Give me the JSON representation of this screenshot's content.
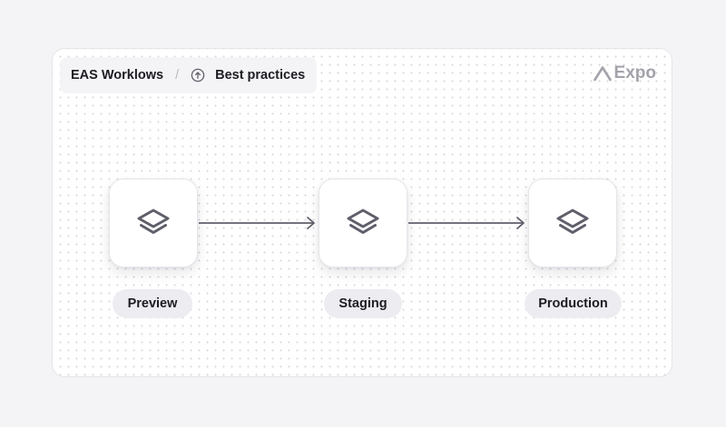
{
  "breadcrumb": {
    "root": "EAS Worklows",
    "separator": "/",
    "current": "Best practices",
    "current_icon": "arrow-up-circle-icon"
  },
  "brand": {
    "name": "Expo",
    "logo_icon": "expo-logo-icon"
  },
  "stages": [
    {
      "label": "Preview",
      "icon": "layers-icon"
    },
    {
      "label": "Staging",
      "icon": "layers-icon"
    },
    {
      "label": "Production",
      "icon": "layers-icon"
    }
  ],
  "colors": {
    "icon": "#5f5f6b",
    "arrow": "#5f5f6b",
    "brand": "#a3a3ab",
    "label_bg": "#ececf1"
  }
}
